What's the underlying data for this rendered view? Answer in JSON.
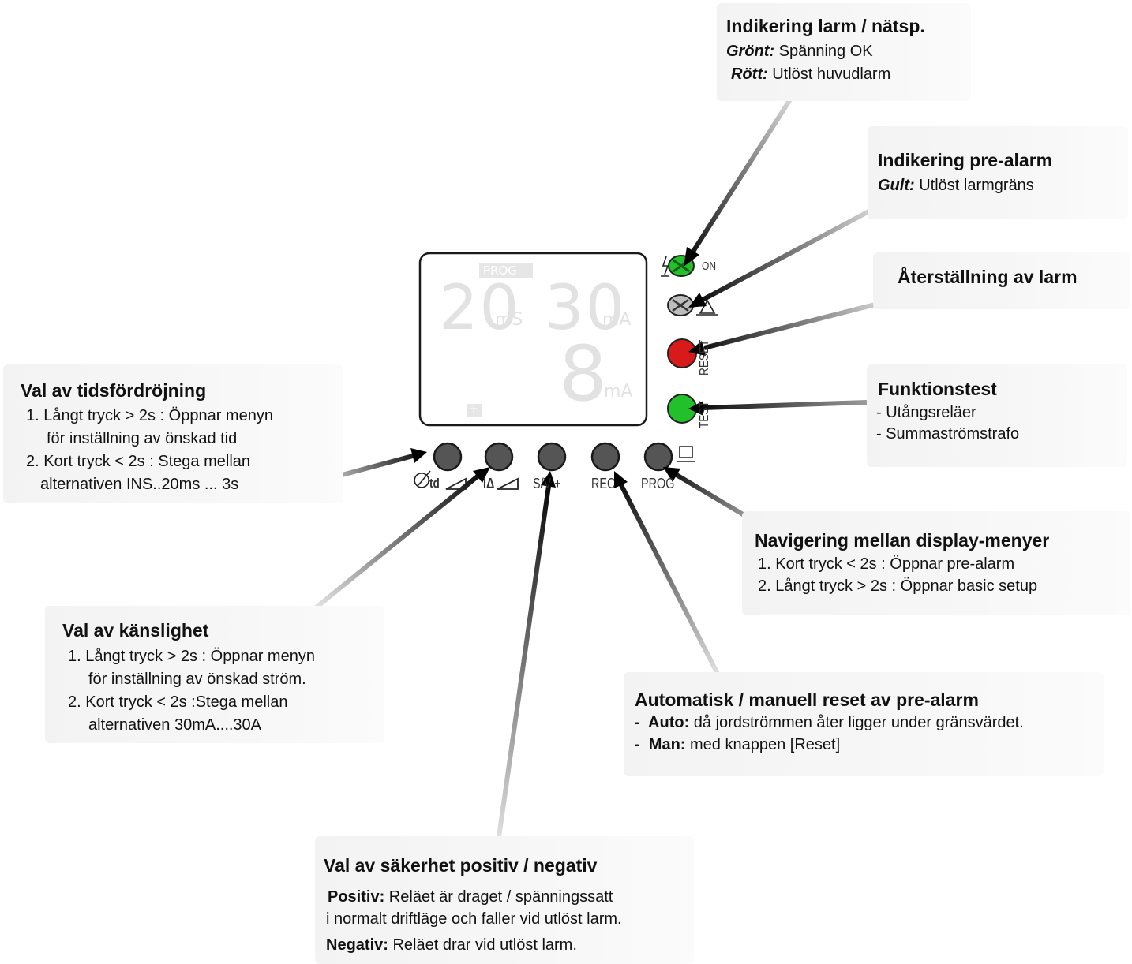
{
  "colors": {
    "green": "#22c02a",
    "red": "#d81a1a",
    "button_gray": "#555555"
  },
  "display": {
    "prog_label": "PROG",
    "digits_top_left": "20",
    "unit_top_left": "mS",
    "digits_top_right": "30",
    "unit_top_right": "mA",
    "digits_bottom": "8",
    "unit_bottom": "mA",
    "plus_label": "+"
  },
  "device": {
    "on_label": "ON",
    "reset_label": "RESET",
    "test_label": "TEST",
    "buttons": [
      {
        "label": "td"
      },
      {
        "label": "IΔ"
      },
      {
        "label": "S/V +"
      },
      {
        "label": "REC"
      },
      {
        "label": "PROG"
      }
    ]
  },
  "callouts": {
    "alarm_power": {
      "title": "Indikering larm / nätsp.",
      "green_key": "Grönt:",
      "green_text": " Spänning OK",
      "red_key": "Rött:",
      "red_text": " Utlöst huvudlarm"
    },
    "prealarm": {
      "title": "Indikering pre-alarm",
      "yellow_key": "Gult:",
      "yellow_text": " Utlöst larmgräns"
    },
    "reset": {
      "title": "Återställning av larm"
    },
    "test": {
      "title": "Funktionstest",
      "line1": "- Utångsreläer",
      "line2": "- Summaströmstrafo"
    },
    "time_delay": {
      "title": "Val av tidsfördröjning",
      "line1": "1. Långt tryck > 2s : Öppnar menyn",
      "line2": "för inställning av önskad tid",
      "line3": "2. Kort tryck < 2s : Stega mellan",
      "line4": "alternativen INS..20ms ... 3s"
    },
    "navigation": {
      "title": "Navigering mellan display-menyer",
      "line1": "1. Kort tryck   < 2s : Öppnar pre-alarm",
      "line2": "2. Långt tryck > 2s : Öppnar basic setup"
    },
    "sensitivity": {
      "title": "Val av känslighet",
      "line1": "1. Långt tryck > 2s : Öppnar menyn",
      "line2": "för inställning av önskad ström.",
      "line3": "2. Kort tryck < 2s :Stega mellan",
      "line4": "alternativen 30mA....30A"
    },
    "auto_reset": {
      "title": "Automatisk / manuell reset av pre-alarm",
      "auto_key": "Auto:",
      "auto_text": " då jordströmmen åter ligger under gränsvärdet.",
      "man_key": "Man:",
      "man_text": " med knappen [Reset]"
    },
    "safety": {
      "title": "Val av säkerhet positiv / negativ",
      "pos_key": "Positiv:",
      "pos_text1": " Reläet är draget / spänningssatt",
      "pos_text2": "i normalt driftläge och faller vid utlöst larm.",
      "neg_key": "Negativ:",
      "neg_text": " Reläet drar vid utlöst larm."
    }
  }
}
